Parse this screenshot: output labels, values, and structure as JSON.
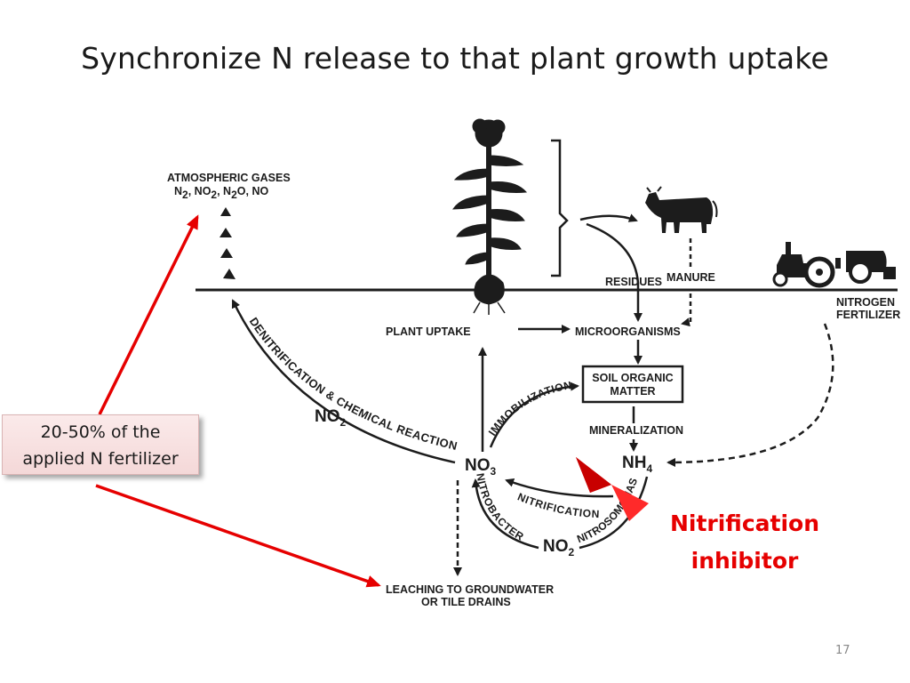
{
  "slide": {
    "title": "Synchronize N release to that plant growth uptake",
    "page_number": "17"
  },
  "diagram": {
    "atmospheric_gases": "ATMOSPHERIC GASES",
    "gas_formulas": [
      "N",
      "2",
      ", NO",
      "2",
      ", N",
      "2",
      "O, NO"
    ],
    "residues": "RESIDUES",
    "manure": "MANURE",
    "nitrogen_fertilizer_line1": "NITROGEN",
    "nitrogen_fertilizer_line2": "FERTILIZER",
    "plant_uptake": "PLANT UPTAKE",
    "microorganisms": "MICROORGANISMS",
    "soil_organic_matter_line1": "SOIL ORGANIC",
    "soil_organic_matter_line2": "MATTER",
    "mineralization": "MINERALIZATION",
    "immobilization": "IMMOBILIZATION",
    "denitrification": "DENITRIFICATION & CHEMICAL REACTION",
    "nitrification": "NITRIFICATION",
    "nitrobacter": "NITROBACTER",
    "nitrosomonas": "NITROSOMONAS",
    "no2_left_base": "NO",
    "no2_left_sub": "2",
    "no3_base": "NO",
    "no3_sub": "3",
    "nh4_base": "NH",
    "nh4_sub": "4",
    "no2_bottom_base": "NO",
    "no2_bottom_sub": "2",
    "leaching_line1": "LEACHING TO GROUNDWATER",
    "leaching_line2": "OR TILE DRAINS"
  },
  "callout": {
    "line1": "20-50% of the",
    "line2": "applied N fertilizer"
  },
  "inhibitor": {
    "line1": "Nitrification",
    "line2": "inhibitor"
  },
  "colors": {
    "ink": "#1c1c1c",
    "red": "#e60000",
    "callout_fill": "#f6dede"
  }
}
